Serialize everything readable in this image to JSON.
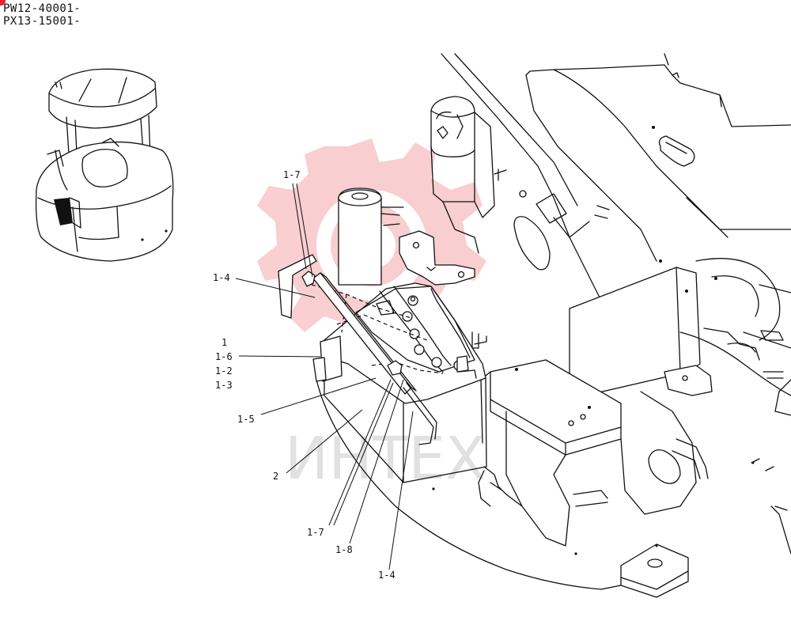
{
  "header": {
    "serial_1": "PW12-40001-",
    "serial_2": "PX13-15001-"
  },
  "watermark": {
    "text": "ИНТЕХ",
    "logo_color": "#e3262f"
  },
  "callouts": [
    {
      "id": "c-1-7-top",
      "text": "1-7"
    },
    {
      "id": "c-1-4-top",
      "text": "1-4"
    },
    {
      "id": "c-1",
      "text": "1"
    },
    {
      "id": "c-1-6",
      "text": "1-6"
    },
    {
      "id": "c-1-2",
      "text": "1-2"
    },
    {
      "id": "c-1-3",
      "text": "1-3"
    },
    {
      "id": "c-1-5",
      "text": "1-5"
    },
    {
      "id": "c-2",
      "text": "2"
    },
    {
      "id": "c-1-7-bottom",
      "text": "1-7"
    },
    {
      "id": "c-1-8",
      "text": "1-8"
    },
    {
      "id": "c-1-4-bottom",
      "text": "1-4"
    }
  ]
}
